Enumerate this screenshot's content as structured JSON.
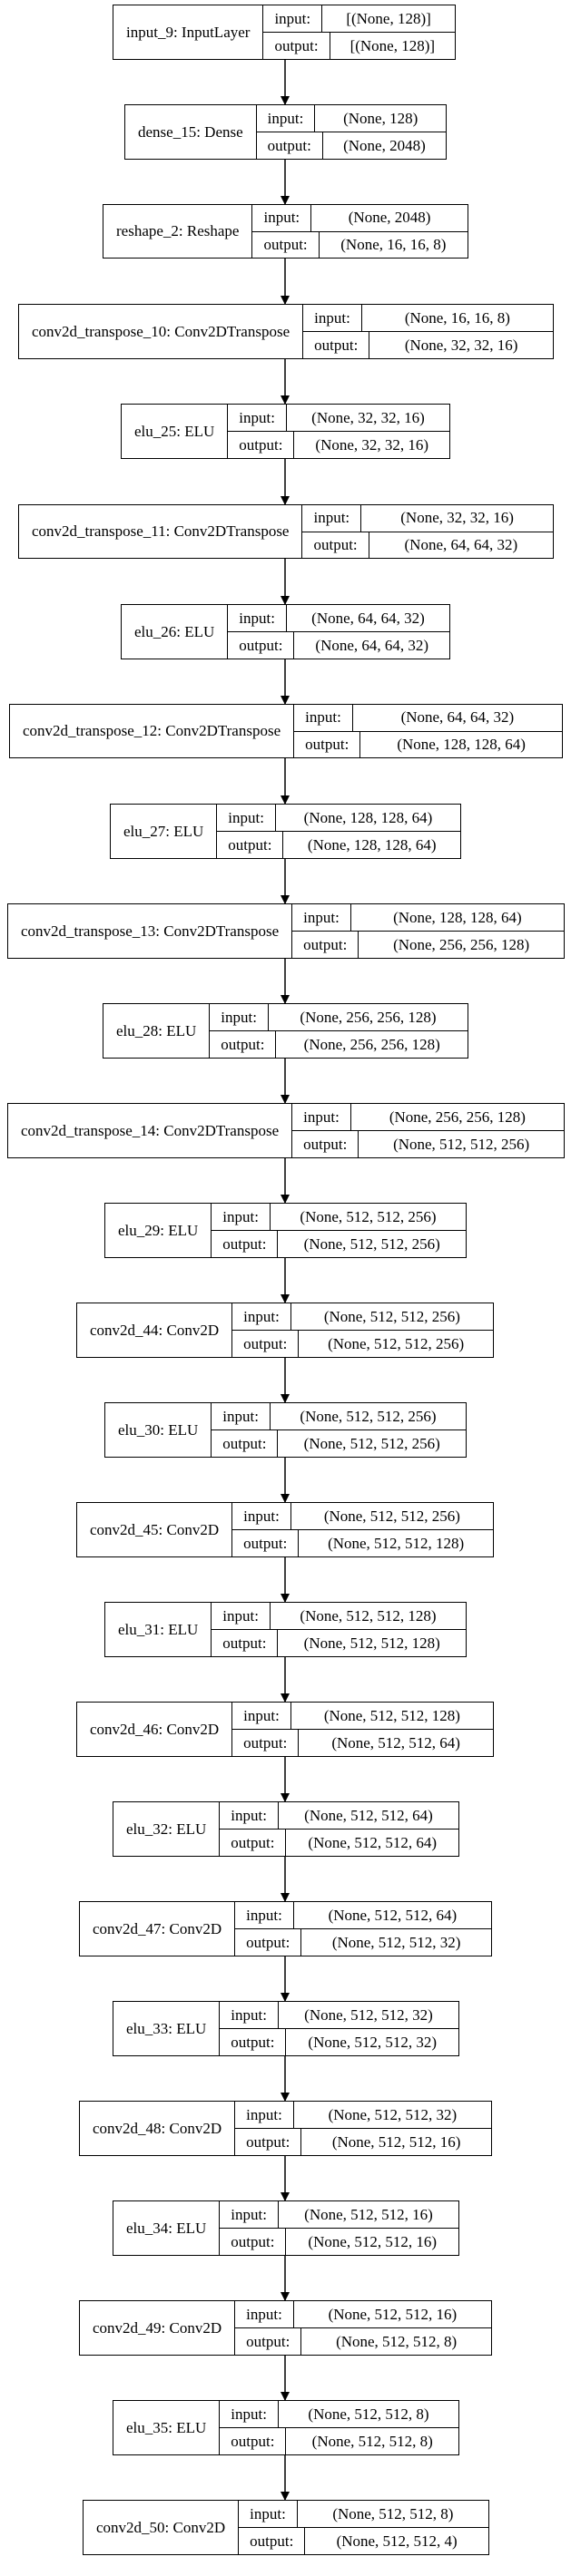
{
  "labels": {
    "input": "input:",
    "output": "output:"
  },
  "layers": [
    {
      "name": "input_9: InputLayer",
      "input": "[(None, 128)]",
      "output": "[(None, 128)]"
    },
    {
      "name": "dense_15: Dense",
      "input": "(None, 128)",
      "output": "(None, 2048)"
    },
    {
      "name": "reshape_2: Reshape",
      "input": "(None, 2048)",
      "output": "(None, 16, 16, 8)"
    },
    {
      "name": "conv2d_transpose_10: Conv2DTranspose",
      "input": "(None, 16, 16, 8)",
      "output": "(None, 32, 32, 16)"
    },
    {
      "name": "elu_25: ELU",
      "input": "(None, 32, 32, 16)",
      "output": "(None, 32, 32, 16)"
    },
    {
      "name": "conv2d_transpose_11: Conv2DTranspose",
      "input": "(None, 32, 32, 16)",
      "output": "(None, 64, 64, 32)"
    },
    {
      "name": "elu_26: ELU",
      "input": "(None, 64, 64, 32)",
      "output": "(None, 64, 64, 32)"
    },
    {
      "name": "conv2d_transpose_12: Conv2DTranspose",
      "input": "(None, 64, 64, 32)",
      "output": "(None, 128, 128, 64)"
    },
    {
      "name": "elu_27: ELU",
      "input": "(None, 128, 128, 64)",
      "output": "(None, 128, 128, 64)"
    },
    {
      "name": "conv2d_transpose_13: Conv2DTranspose",
      "input": "(None, 128, 128, 64)",
      "output": "(None, 256, 256, 128)"
    },
    {
      "name": "elu_28: ELU",
      "input": "(None, 256, 256, 128)",
      "output": "(None, 256, 256, 128)"
    },
    {
      "name": "conv2d_transpose_14: Conv2DTranspose",
      "input": "(None, 256, 256, 128)",
      "output": "(None, 512, 512, 256)"
    },
    {
      "name": "elu_29: ELU",
      "input": "(None, 512, 512, 256)",
      "output": "(None, 512, 512, 256)"
    },
    {
      "name": "conv2d_44: Conv2D",
      "input": "(None, 512, 512, 256)",
      "output": "(None, 512, 512, 256)"
    },
    {
      "name": "elu_30: ELU",
      "input": "(None, 512, 512, 256)",
      "output": "(None, 512, 512, 256)"
    },
    {
      "name": "conv2d_45: Conv2D",
      "input": "(None, 512, 512, 256)",
      "output": "(None, 512, 512, 128)"
    },
    {
      "name": "elu_31: ELU",
      "input": "(None, 512, 512, 128)",
      "output": "(None, 512, 512, 128)"
    },
    {
      "name": "conv2d_46: Conv2D",
      "input": "(None, 512, 512, 128)",
      "output": "(None, 512, 512, 64)"
    },
    {
      "name": "elu_32: ELU",
      "input": "(None, 512, 512, 64)",
      "output": "(None, 512, 512, 64)"
    },
    {
      "name": "conv2d_47: Conv2D",
      "input": "(None, 512, 512, 64)",
      "output": "(None, 512, 512, 32)"
    },
    {
      "name": "elu_33: ELU",
      "input": "(None, 512, 512, 32)",
      "output": "(None, 512, 512, 32)"
    },
    {
      "name": "conv2d_48: Conv2D",
      "input": "(None, 512, 512, 32)",
      "output": "(None, 512, 512, 16)"
    },
    {
      "name": "elu_34: ELU",
      "input": "(None, 512, 512, 16)",
      "output": "(None, 512, 512, 16)"
    },
    {
      "name": "conv2d_49: Conv2D",
      "input": "(None, 512, 512, 16)",
      "output": "(None, 512, 512, 8)"
    },
    {
      "name": "elu_35: ELU",
      "input": "(None, 512, 512, 8)",
      "output": "(None, 512, 512, 8)"
    },
    {
      "name": "conv2d_50: Conv2D",
      "input": "(None, 512, 512, 8)",
      "output": "(None, 512, 512, 4)"
    }
  ]
}
